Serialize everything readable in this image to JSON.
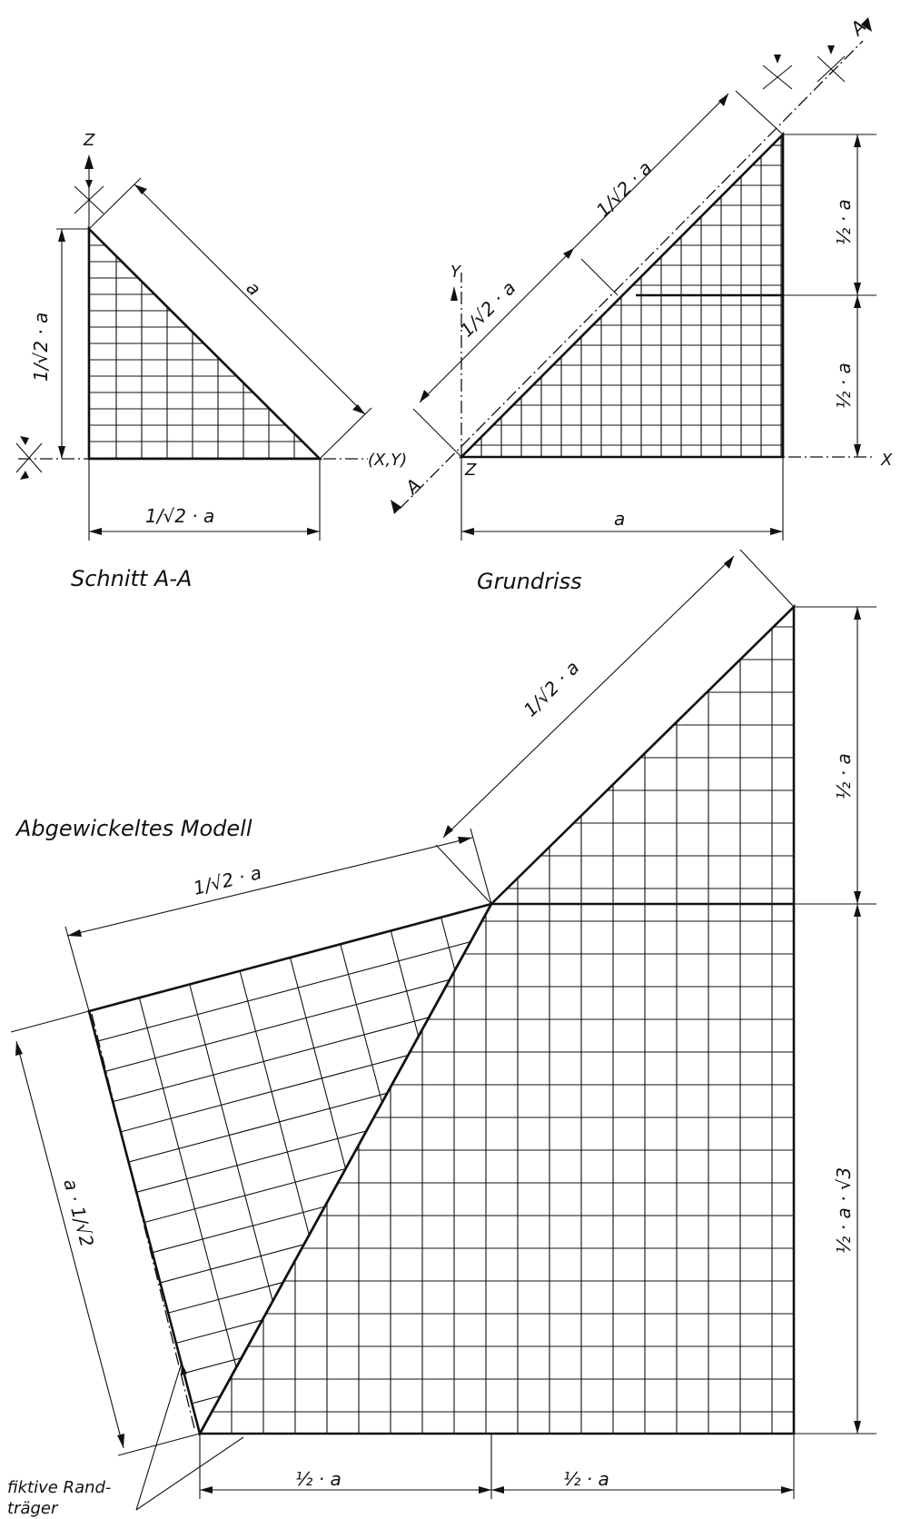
{
  "titles": {
    "section": "Schnitt A-A",
    "plan": "Grundriss",
    "developed": "Abgewickeltes Modell",
    "edge_beam": "fiktive Rand-",
    "edge_beam_2": "träger"
  },
  "axes": {
    "z": "Z",
    "y": "Y",
    "x": "X",
    "xy": "(X,Y)",
    "z_origin": "Z",
    "section_mark": "A"
  },
  "dims": {
    "a": "a",
    "sqrt2_a": "1/√2 · a",
    "half_a": "½ · a",
    "half_a_sqrt3": "½ · a · √3",
    "a_over_sqrt2": "a · 1/√2"
  },
  "colors": {
    "ink": "#111111",
    "paper": "#ffffff"
  }
}
